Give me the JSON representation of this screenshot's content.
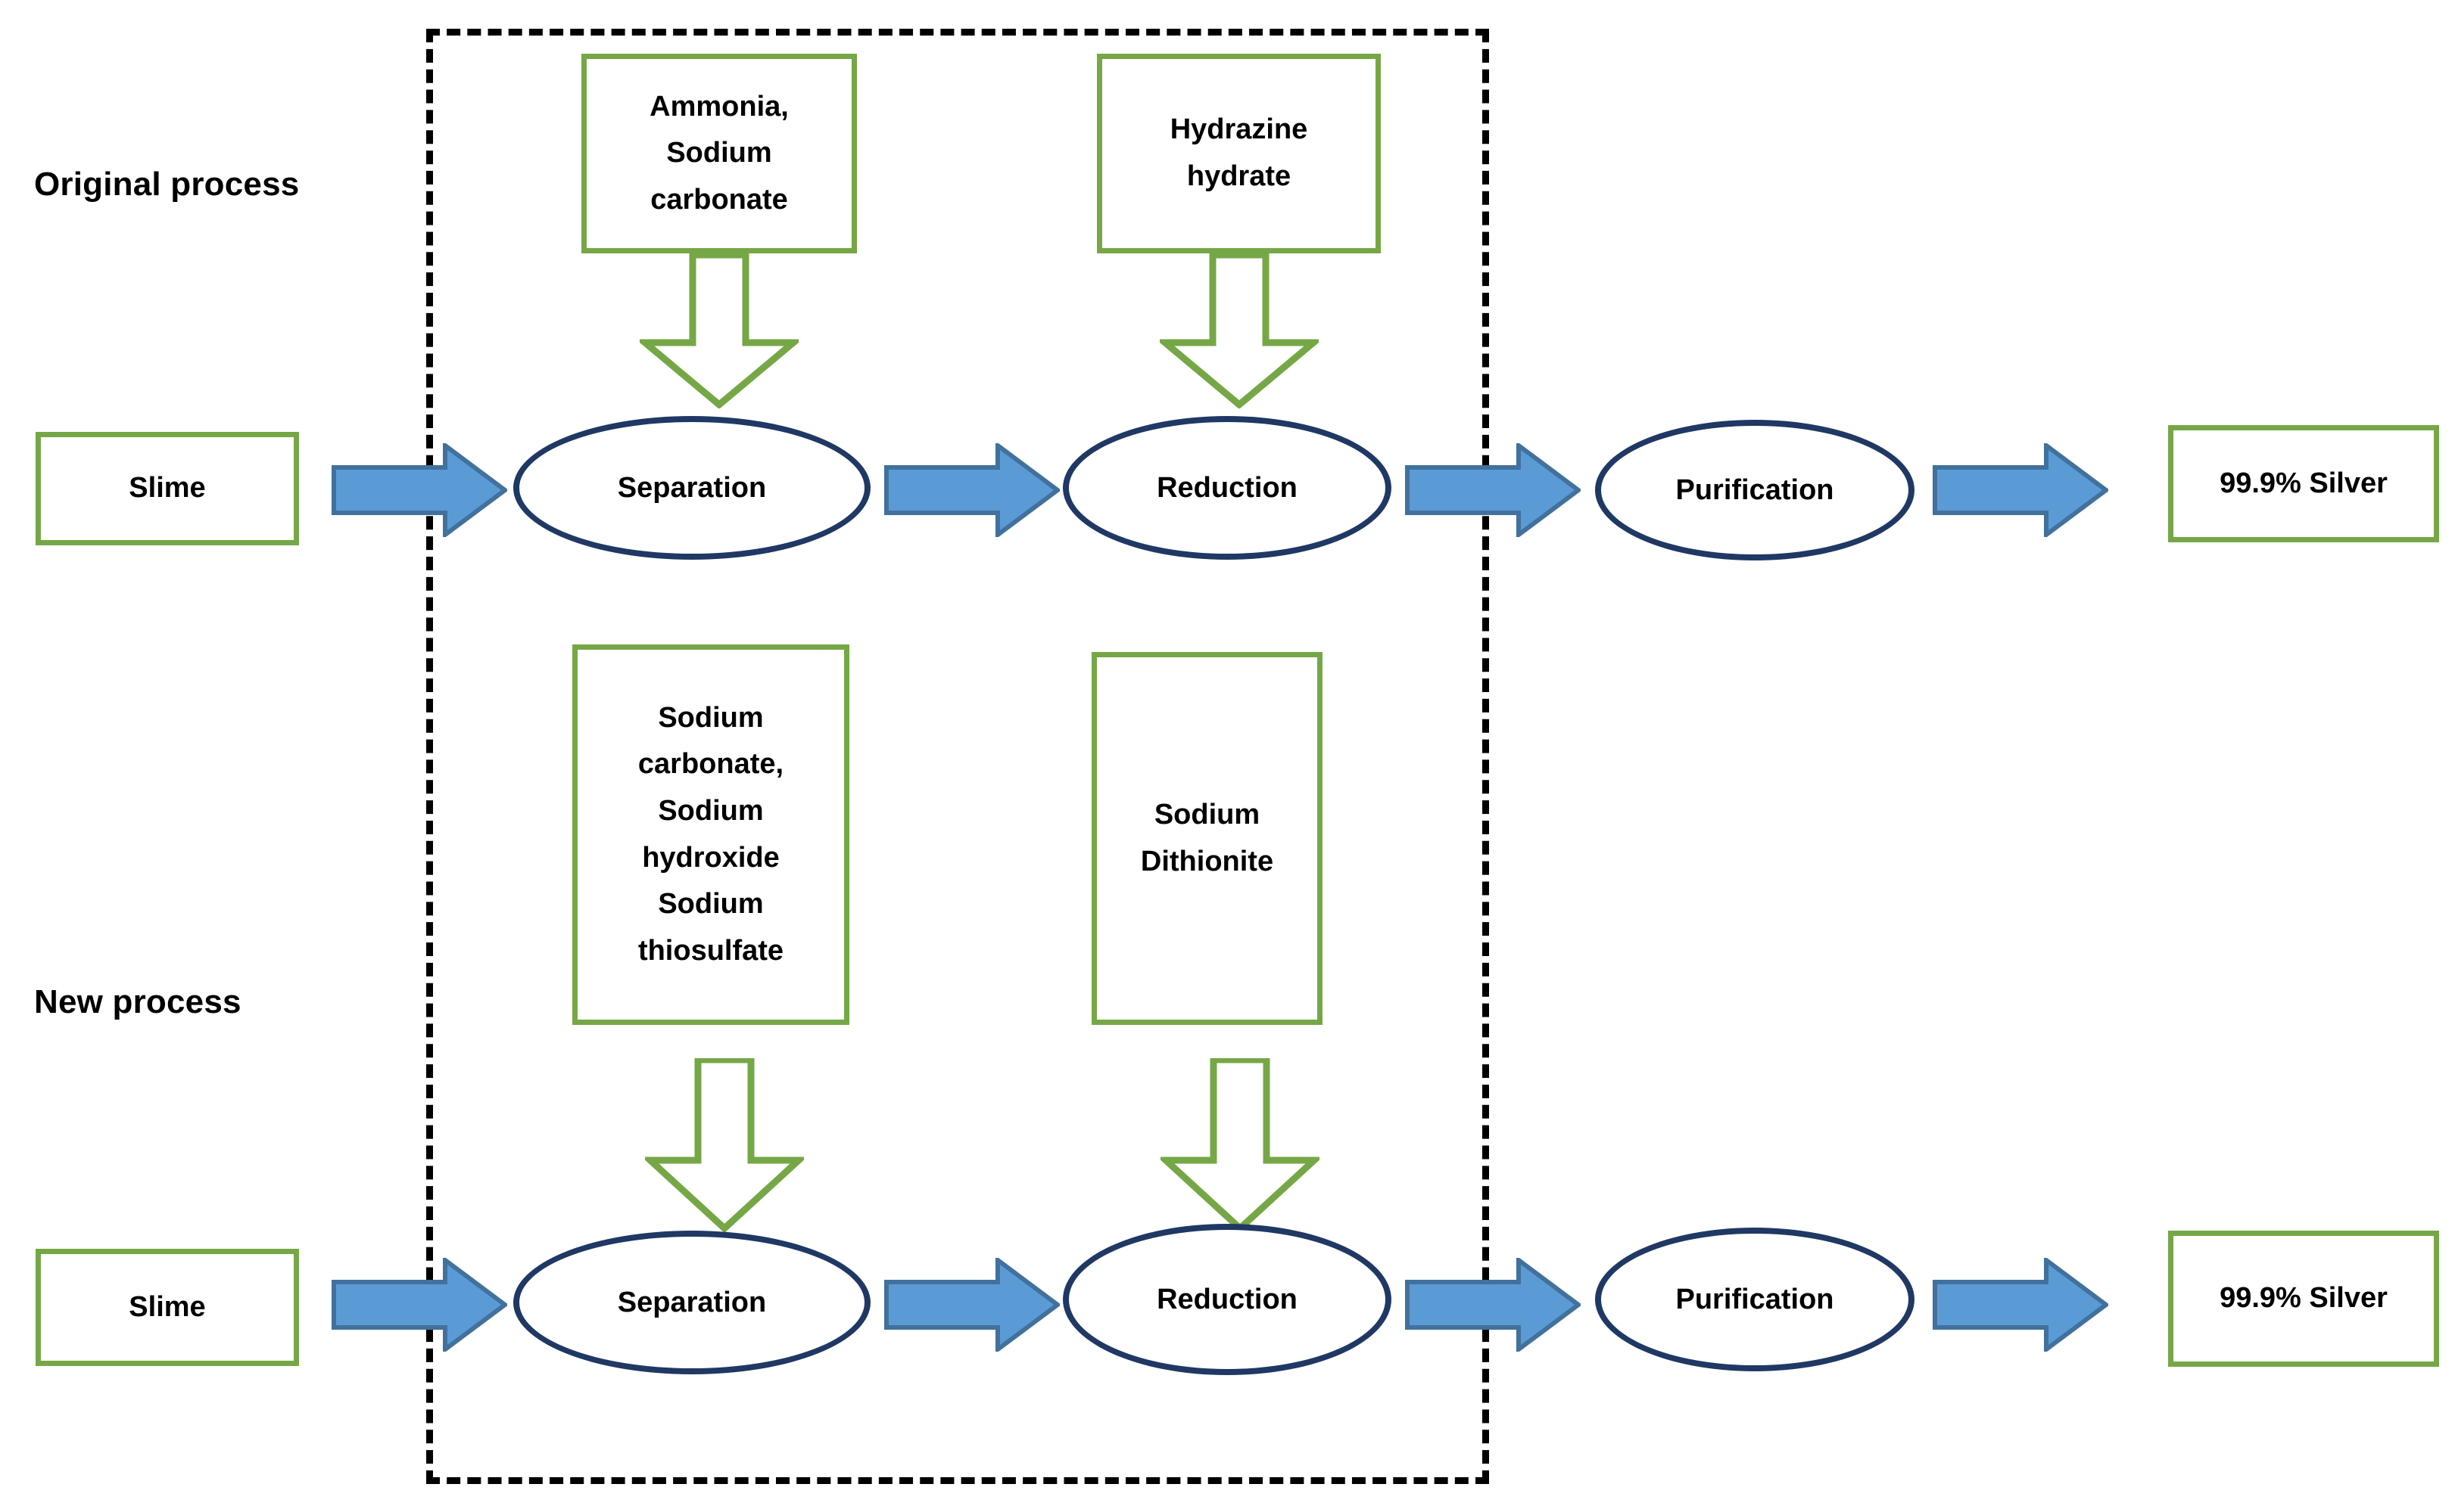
{
  "diagram": {
    "title": "Silver refining process comparison flow diagram",
    "colors": {
      "green_border": "#76A746",
      "navy_ellipse": "#1F3864",
      "blue_arrow_fill": "#5B9BD5",
      "blue_arrow_stroke": "#41719C",
      "dashed_border": "#000000",
      "text": "#000000"
    },
    "row_labels": {
      "original": "Original process",
      "new": "New process"
    },
    "original_process": {
      "input_box": "Slime",
      "reagent_box_1": [
        "Ammonia,",
        "Sodium",
        "carbonate"
      ],
      "reagent_box_2": [
        "Hydrazine",
        "hydrate"
      ],
      "stage_1": "Separation",
      "stage_2": "Reduction",
      "stage_3": "Purification",
      "output_box": "99.9% Silver"
    },
    "new_process": {
      "input_box": "Slime",
      "reagent_box_1": [
        "Sodium",
        "carbonate,",
        "Sodium",
        "hydroxide",
        "Sodium",
        "thiosulfate"
      ],
      "reagent_box_2": [
        "Sodium",
        "Dithionite"
      ],
      "stage_1": "Separation",
      "stage_2": "Reduction",
      "stage_3": "Purification",
      "output_box": "99.9% Silver"
    },
    "icons": {
      "blue_flow_arrow": "right-block-arrow-icon",
      "green_feed_arrow": "down-block-arrow-outline-icon",
      "dashed_boundary": "dashed-boundary-icon"
    }
  }
}
